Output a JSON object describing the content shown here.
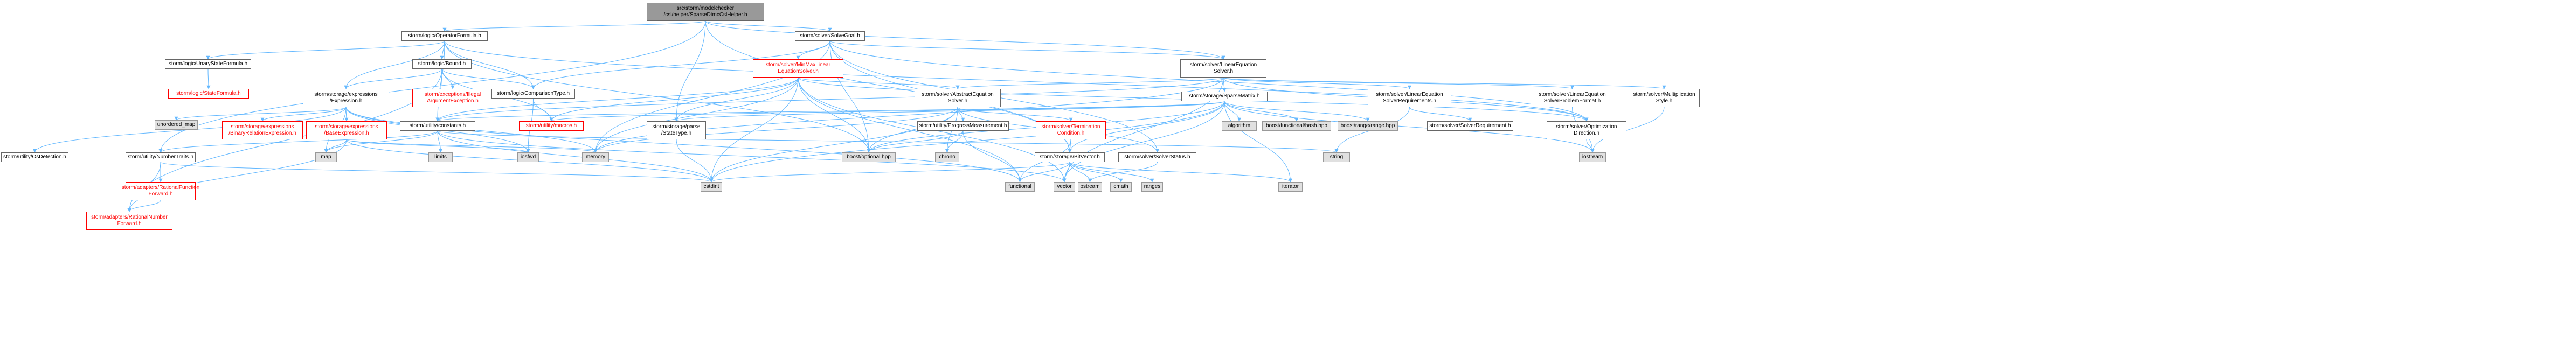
{
  "diagram": {
    "nodes": [
      {
        "id": "root",
        "label": "src/storm/modelchecker\n/csl/helper/SparseDtmcCslHelper.h",
        "style": "root"
      },
      {
        "id": "operatorformula",
        "label": "storm/logic/OperatorFormula.h",
        "style": "normal"
      },
      {
        "id": "solvegoal",
        "label": "storm/solver/SolveGoal.h",
        "style": "normal"
      },
      {
        "id": "unarystate",
        "label": "storm/logic/UnaryStateFormula.h",
        "style": "normal"
      },
      {
        "id": "bound",
        "label": "storm/logic/Bound.h",
        "style": "normal"
      },
      {
        "id": "minmax",
        "label": "storm/solver/MinMaxLinear\nEquationSolver.h",
        "style": "red"
      },
      {
        "id": "linearequation",
        "label": "storm/solver/LinearEquation\nSolver.h",
        "style": "normal"
      },
      {
        "id": "stateformula",
        "label": "storm/logic/StateFormula.h",
        "style": "red"
      },
      {
        "id": "expression",
        "label": "storm/storage/expressions\n/Expression.h",
        "style": "normal"
      },
      {
        "id": "illegalarg",
        "label": "storm/exceptions/Illegal\nArgumentException.h",
        "style": "red"
      },
      {
        "id": "comparisontype",
        "label": "storm/logic/ComparisonType.h",
        "style": "normal"
      },
      {
        "id": "abstractequation",
        "label": "storm/solver/AbstractEquation\nSolver.h",
        "style": "normal"
      },
      {
        "id": "sparsematrix",
        "label": "storm/storage/SparseMatrix.h",
        "style": "normal"
      },
      {
        "id": "lesreq",
        "label": "storm/solver/LinearEquation\nSolverRequirements.h",
        "style": "normal"
      },
      {
        "id": "lesproblem",
        "label": "storm/solver/LinearEquation\nSolverProblemFormat.h",
        "style": "normal"
      },
      {
        "id": "multiplication",
        "label": "storm/solver/Multiplication\nStyle.h",
        "style": "normal"
      },
      {
        "id": "unordered_map",
        "label": "unordered_map",
        "style": "ext"
      },
      {
        "id": "binaryrel",
        "label": "storm/storage/expressions\n/BinaryRelationExpression.h",
        "style": "red"
      },
      {
        "id": "baseexpr",
        "label": "storm/storage/expressions\n/BaseExpression.h",
        "style": "red"
      },
      {
        "id": "constants",
        "label": "storm/utility/constants.h",
        "style": "normal"
      },
      {
        "id": "macros",
        "label": "storm/utility/macros.h",
        "style": "red"
      },
      {
        "id": "parsestatetype",
        "label": "storm/storage/parse\n/StateType.h",
        "style": "normal"
      },
      {
        "id": "progress",
        "label": "storm/utility/ProgressMeasurement.h",
        "style": "normal"
      },
      {
        "id": "termination",
        "label": "storm/solver/Termination\nCondition.h",
        "style": "red"
      },
      {
        "id": "algorithm",
        "label": "algorithm",
        "style": "ext"
      },
      {
        "id": "hash",
        "label": "boost/functional/hash.hpp",
        "style": "ext"
      },
      {
        "id": "range",
        "label": "boost/range/range.hpp",
        "style": "ext"
      },
      {
        "id": "solverreq",
        "label": "storm/solver/SolverRequirement.h",
        "style": "normal"
      },
      {
        "id": "optdir",
        "label": "storm/solver/Optimization\nDirection.h",
        "style": "normal"
      },
      {
        "id": "osdetection",
        "label": "storm/utility/OsDetection.h",
        "style": "normal"
      },
      {
        "id": "numbertraits",
        "label": "storm/utility/NumberTraits.h",
        "style": "normal"
      },
      {
        "id": "map",
        "label": "map",
        "style": "ext"
      },
      {
        "id": "limits",
        "label": "limits",
        "style": "ext"
      },
      {
        "id": "iosfwd",
        "label": "iosfwd",
        "style": "ext"
      },
      {
        "id": "memory",
        "label": "memory",
        "style": "ext"
      },
      {
        "id": "optional",
        "label": "boost/optional.hpp",
        "style": "ext"
      },
      {
        "id": "chrono",
        "label": "chrono",
        "style": "ext"
      },
      {
        "id": "bitvector",
        "label": "storm/storage/BitVector.h",
        "style": "normal"
      },
      {
        "id": "solverstatus",
        "label": "storm/solver/SolverStatus.h",
        "style": "normal"
      },
      {
        "id": "string",
        "label": "string",
        "style": "ext"
      },
      {
        "id": "iostream",
        "label": "iostream",
        "style": "ext"
      },
      {
        "id": "ratfuncfwd",
        "label": "storm/adapters/RationalFunction\nForward.h",
        "style": "red"
      },
      {
        "id": "cstdint",
        "label": "cstdint",
        "style": "ext"
      },
      {
        "id": "functional",
        "label": "functional",
        "style": "ext"
      },
      {
        "id": "vector",
        "label": "vector",
        "style": "ext"
      },
      {
        "id": "ostream",
        "label": "ostream",
        "style": "ext"
      },
      {
        "id": "cmath",
        "label": "cmath",
        "style": "ext"
      },
      {
        "id": "ranges",
        "label": "ranges",
        "style": "ext"
      },
      {
        "id": "iterator",
        "label": "iterator",
        "style": "ext"
      },
      {
        "id": "ratnumfwd",
        "label": "storm/adapters/RationalNumber\nForward.h",
        "style": "red"
      }
    ],
    "edges": [
      [
        "root",
        "operatorformula"
      ],
      [
        "root",
        "solvegoal"
      ],
      [
        "root",
        "linearequation"
      ],
      [
        "root",
        "numbertraits"
      ],
      [
        "root",
        "parsestatetype"
      ],
      [
        "root",
        "bitvector"
      ],
      [
        "operatorformula",
        "unarystate"
      ],
      [
        "operatorformula",
        "bound"
      ],
      [
        "operatorformula",
        "expression"
      ],
      [
        "operatorformula",
        "comparisontype"
      ],
      [
        "operatorformula",
        "constants"
      ],
      [
        "operatorformula",
        "optdir"
      ],
      [
        "operatorformula",
        "optional"
      ],
      [
        "unarystate",
        "stateformula"
      ],
      [
        "bound",
        "expression"
      ],
      [
        "bound",
        "illegalarg"
      ],
      [
        "bound",
        "comparisontype"
      ],
      [
        "bound",
        "macros"
      ],
      [
        "bound",
        "constants"
      ],
      [
        "bound",
        "ratnumfwd"
      ],
      [
        "solvegoal",
        "minmax"
      ],
      [
        "solvegoal",
        "linearequation"
      ],
      [
        "solvegoal",
        "comparisontype"
      ],
      [
        "solvegoal",
        "optional"
      ],
      [
        "solvegoal",
        "memory"
      ],
      [
        "solvegoal",
        "bitvector"
      ],
      [
        "solvegoal",
        "optdir"
      ],
      [
        "solvegoal",
        "solverstatus"
      ],
      [
        "minmax",
        "abstractequation"
      ],
      [
        "minmax",
        "macros"
      ],
      [
        "minmax",
        "constants"
      ],
      [
        "minmax",
        "parsestatetype"
      ],
      [
        "minmax",
        "optdir"
      ],
      [
        "minmax",
        "optional"
      ],
      [
        "minmax",
        "cstdint"
      ],
      [
        "minmax",
        "memory"
      ],
      [
        "minmax",
        "vector"
      ],
      [
        "minmax",
        "functional"
      ],
      [
        "linearequation",
        "abstractequation"
      ],
      [
        "linearequation",
        "sparsematrix"
      ],
      [
        "linearequation",
        "lesreq"
      ],
      [
        "linearequation",
        "lesproblem"
      ],
      [
        "linearequation",
        "multiplication"
      ],
      [
        "linearequation",
        "optdir"
      ],
      [
        "linearequation",
        "constants"
      ],
      [
        "linearequation",
        "memory"
      ],
      [
        "linearequation",
        "vector"
      ],
      [
        "expression",
        "unordered_map"
      ],
      [
        "expression",
        "binaryrel"
      ],
      [
        "expression",
        "baseexpr"
      ],
      [
        "expression",
        "osdetection"
      ],
      [
        "expression",
        "map"
      ],
      [
        "expression",
        "memory"
      ],
      [
        "expression",
        "functional"
      ],
      [
        "expression",
        "iosfwd"
      ],
      [
        "baseexpr",
        "map"
      ],
      [
        "baseexpr",
        "iosfwd"
      ],
      [
        "baseexpr",
        "memory"
      ],
      [
        "baseexpr",
        "ratnumfwd"
      ],
      [
        "baseexpr",
        "cstdint"
      ],
      [
        "comparisontype",
        "macros"
      ],
      [
        "comparisontype",
        "iosfwd"
      ],
      [
        "abstractequation",
        "termination"
      ],
      [
        "abstractequation",
        "progress"
      ],
      [
        "abstractequation",
        "solverstatus"
      ],
      [
        "abstractequation",
        "optional"
      ],
      [
        "abstractequation",
        "memory"
      ],
      [
        "abstractequation",
        "chrono"
      ],
      [
        "abstractequation",
        "cstdint"
      ],
      [
        "sparsematrix",
        "algorithm"
      ],
      [
        "sparsematrix",
        "hash"
      ],
      [
        "sparsematrix",
        "range"
      ],
      [
        "sparsematrix",
        "bitvector"
      ],
      [
        "sparsematrix",
        "constants"
      ],
      [
        "sparsematrix",
        "macros"
      ],
      [
        "sparsematrix",
        "parsestatetype"
      ],
      [
        "sparsematrix",
        "optional"
      ],
      [
        "sparsematrix",
        "iostream"
      ],
      [
        "sparsematrix",
        "vector"
      ],
      [
        "sparsematrix",
        "iterator"
      ],
      [
        "sparsematrix",
        "cstdint"
      ],
      [
        "lesreq",
        "solverreq"
      ],
      [
        "lesreq",
        "string"
      ],
      [
        "lesproblem",
        "iostream"
      ],
      [
        "multiplication",
        "iostream"
      ],
      [
        "optdir",
        "iostream"
      ],
      [
        "constants",
        "numbertraits"
      ],
      [
        "constants",
        "map"
      ],
      [
        "constants",
        "limits"
      ],
      [
        "constants",
        "cstdint"
      ],
      [
        "constants",
        "vector"
      ],
      [
        "constants",
        "string"
      ],
      [
        "numbertraits",
        "ratfuncfwd"
      ],
      [
        "numbertraits",
        "ratnumfwd"
      ],
      [
        "numbertraits",
        "cstdint"
      ],
      [
        "ratfuncfwd",
        "ratnumfwd"
      ],
      [
        "parsestatetype",
        "cstdint"
      ],
      [
        "progress",
        "chrono"
      ],
      [
        "progress",
        "optional"
      ],
      [
        "progress",
        "functional"
      ],
      [
        "termination",
        "bitvector"
      ],
      [
        "termination",
        "functional"
      ],
      [
        "bitvector",
        "cstdint"
      ],
      [
        "bitvector",
        "ostream"
      ],
      [
        "bitvector",
        "vector"
      ],
      [
        "bitvector",
        "iterator"
      ],
      [
        "bitvector",
        "functional"
      ],
      [
        "bitvector",
        "cmath"
      ],
      [
        "bitvector",
        "ranges"
      ],
      [
        "solverstatus",
        "ostream"
      ]
    ]
  }
}
